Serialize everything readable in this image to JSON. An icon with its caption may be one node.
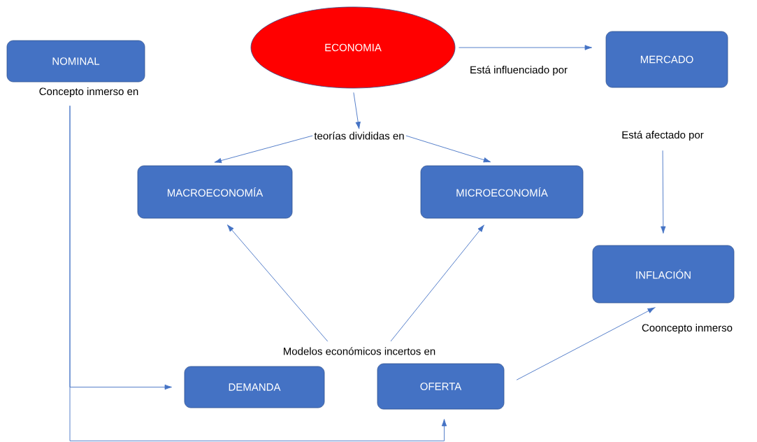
{
  "diagram": {
    "nodes": [
      {
        "text": [
          "NOMINAL"
        ]
      },
      {
        "text": [
          "ECONOMIA"
        ]
      },
      {
        "text": [
          "MERCADO"
        ]
      },
      {
        "text": [
          "Concepto inmerso en"
        ]
      },
      {
        "text": [
          "teorías divididas en"
        ]
      },
      {
        "text": [
          "Está afectado por"
        ]
      },
      {
        "text": [
          "MACROECONOMÍA"
        ]
      },
      {
        "text": [
          "MICROECONOMÍA"
        ]
      },
      {
        "text": [
          "INFLACIÓN"
        ]
      },
      {
        "text": [
          "Modelos económicos incertos en"
        ]
      },
      {
        "text": [
          "DEMANDA"
        ]
      },
      {
        "text": [
          "OFERTA"
        ]
      }
    ],
    "edges": [
      {
        "from": 1,
        "to": 2,
        "arrow": "to",
        "label": "Está influenciado por"
      },
      {
        "from": 1,
        "to": 4,
        "arrow": "to"
      },
      {
        "from": 4,
        "to": 6,
        "arrow": "to"
      },
      {
        "from": 4,
        "to": 7,
        "arrow": "to"
      },
      {
        "from": 5,
        "to": 8,
        "arrow": "to"
      },
      {
        "from": 9,
        "to": 6,
        "arrow": "to"
      },
      {
        "from": 9,
        "to": 7,
        "arrow": "to"
      },
      {
        "from": 3,
        "to": 10,
        "arrow": "to"
      },
      {
        "from": 3,
        "to": 11,
        "arrow": "to"
      },
      {
        "from": 11,
        "to": 8,
        "arrow": "to",
        "label": "Cooncepto inmerso"
      }
    ]
  }
}
